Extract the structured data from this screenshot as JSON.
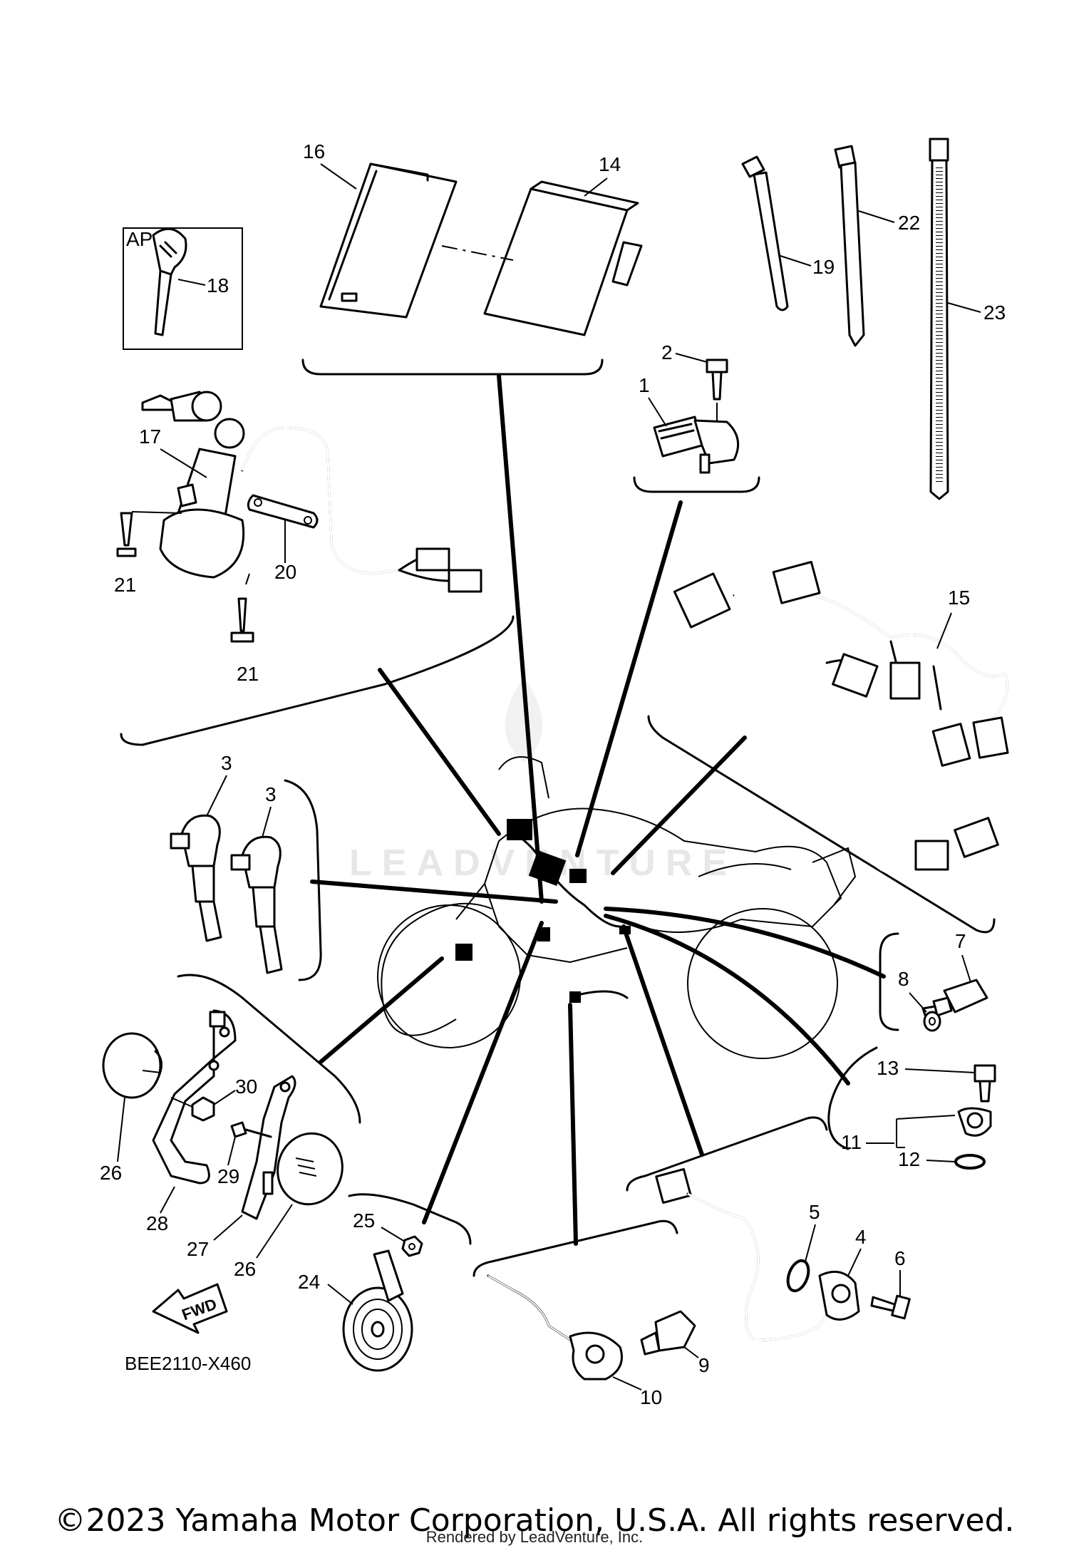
{
  "diagram": {
    "code": "BEE2110-X460",
    "fwd_label": "FWD",
    "ap_label": "AP",
    "watermark": "LEADVENTURE",
    "callouts": {
      "n1": "1",
      "n2": "2",
      "n3a": "3",
      "n3b": "3",
      "n4": "4",
      "n5": "5",
      "n6": "6",
      "n7": "7",
      "n8": "8",
      "n9": "9",
      "n10": "10",
      "n11": "11",
      "n12": "12",
      "n13": "13",
      "n14": "14",
      "n15": "15",
      "n16": "16",
      "n17": "17",
      "n18": "18",
      "n19": "19",
      "n20": "20",
      "n21a": "21",
      "n21b": "21",
      "n22": "22",
      "n23": "23",
      "n24": "24",
      "n25": "25",
      "n26a": "26",
      "n26b": "26",
      "n27": "27",
      "n28": "28",
      "n29": "29",
      "n30": "30"
    }
  },
  "footer": {
    "copyright": "©2023 Yamaha Motor Corporation, U.S.A. All rights reserved.",
    "rendered_by": "Rendered by LeadVenture, Inc."
  }
}
